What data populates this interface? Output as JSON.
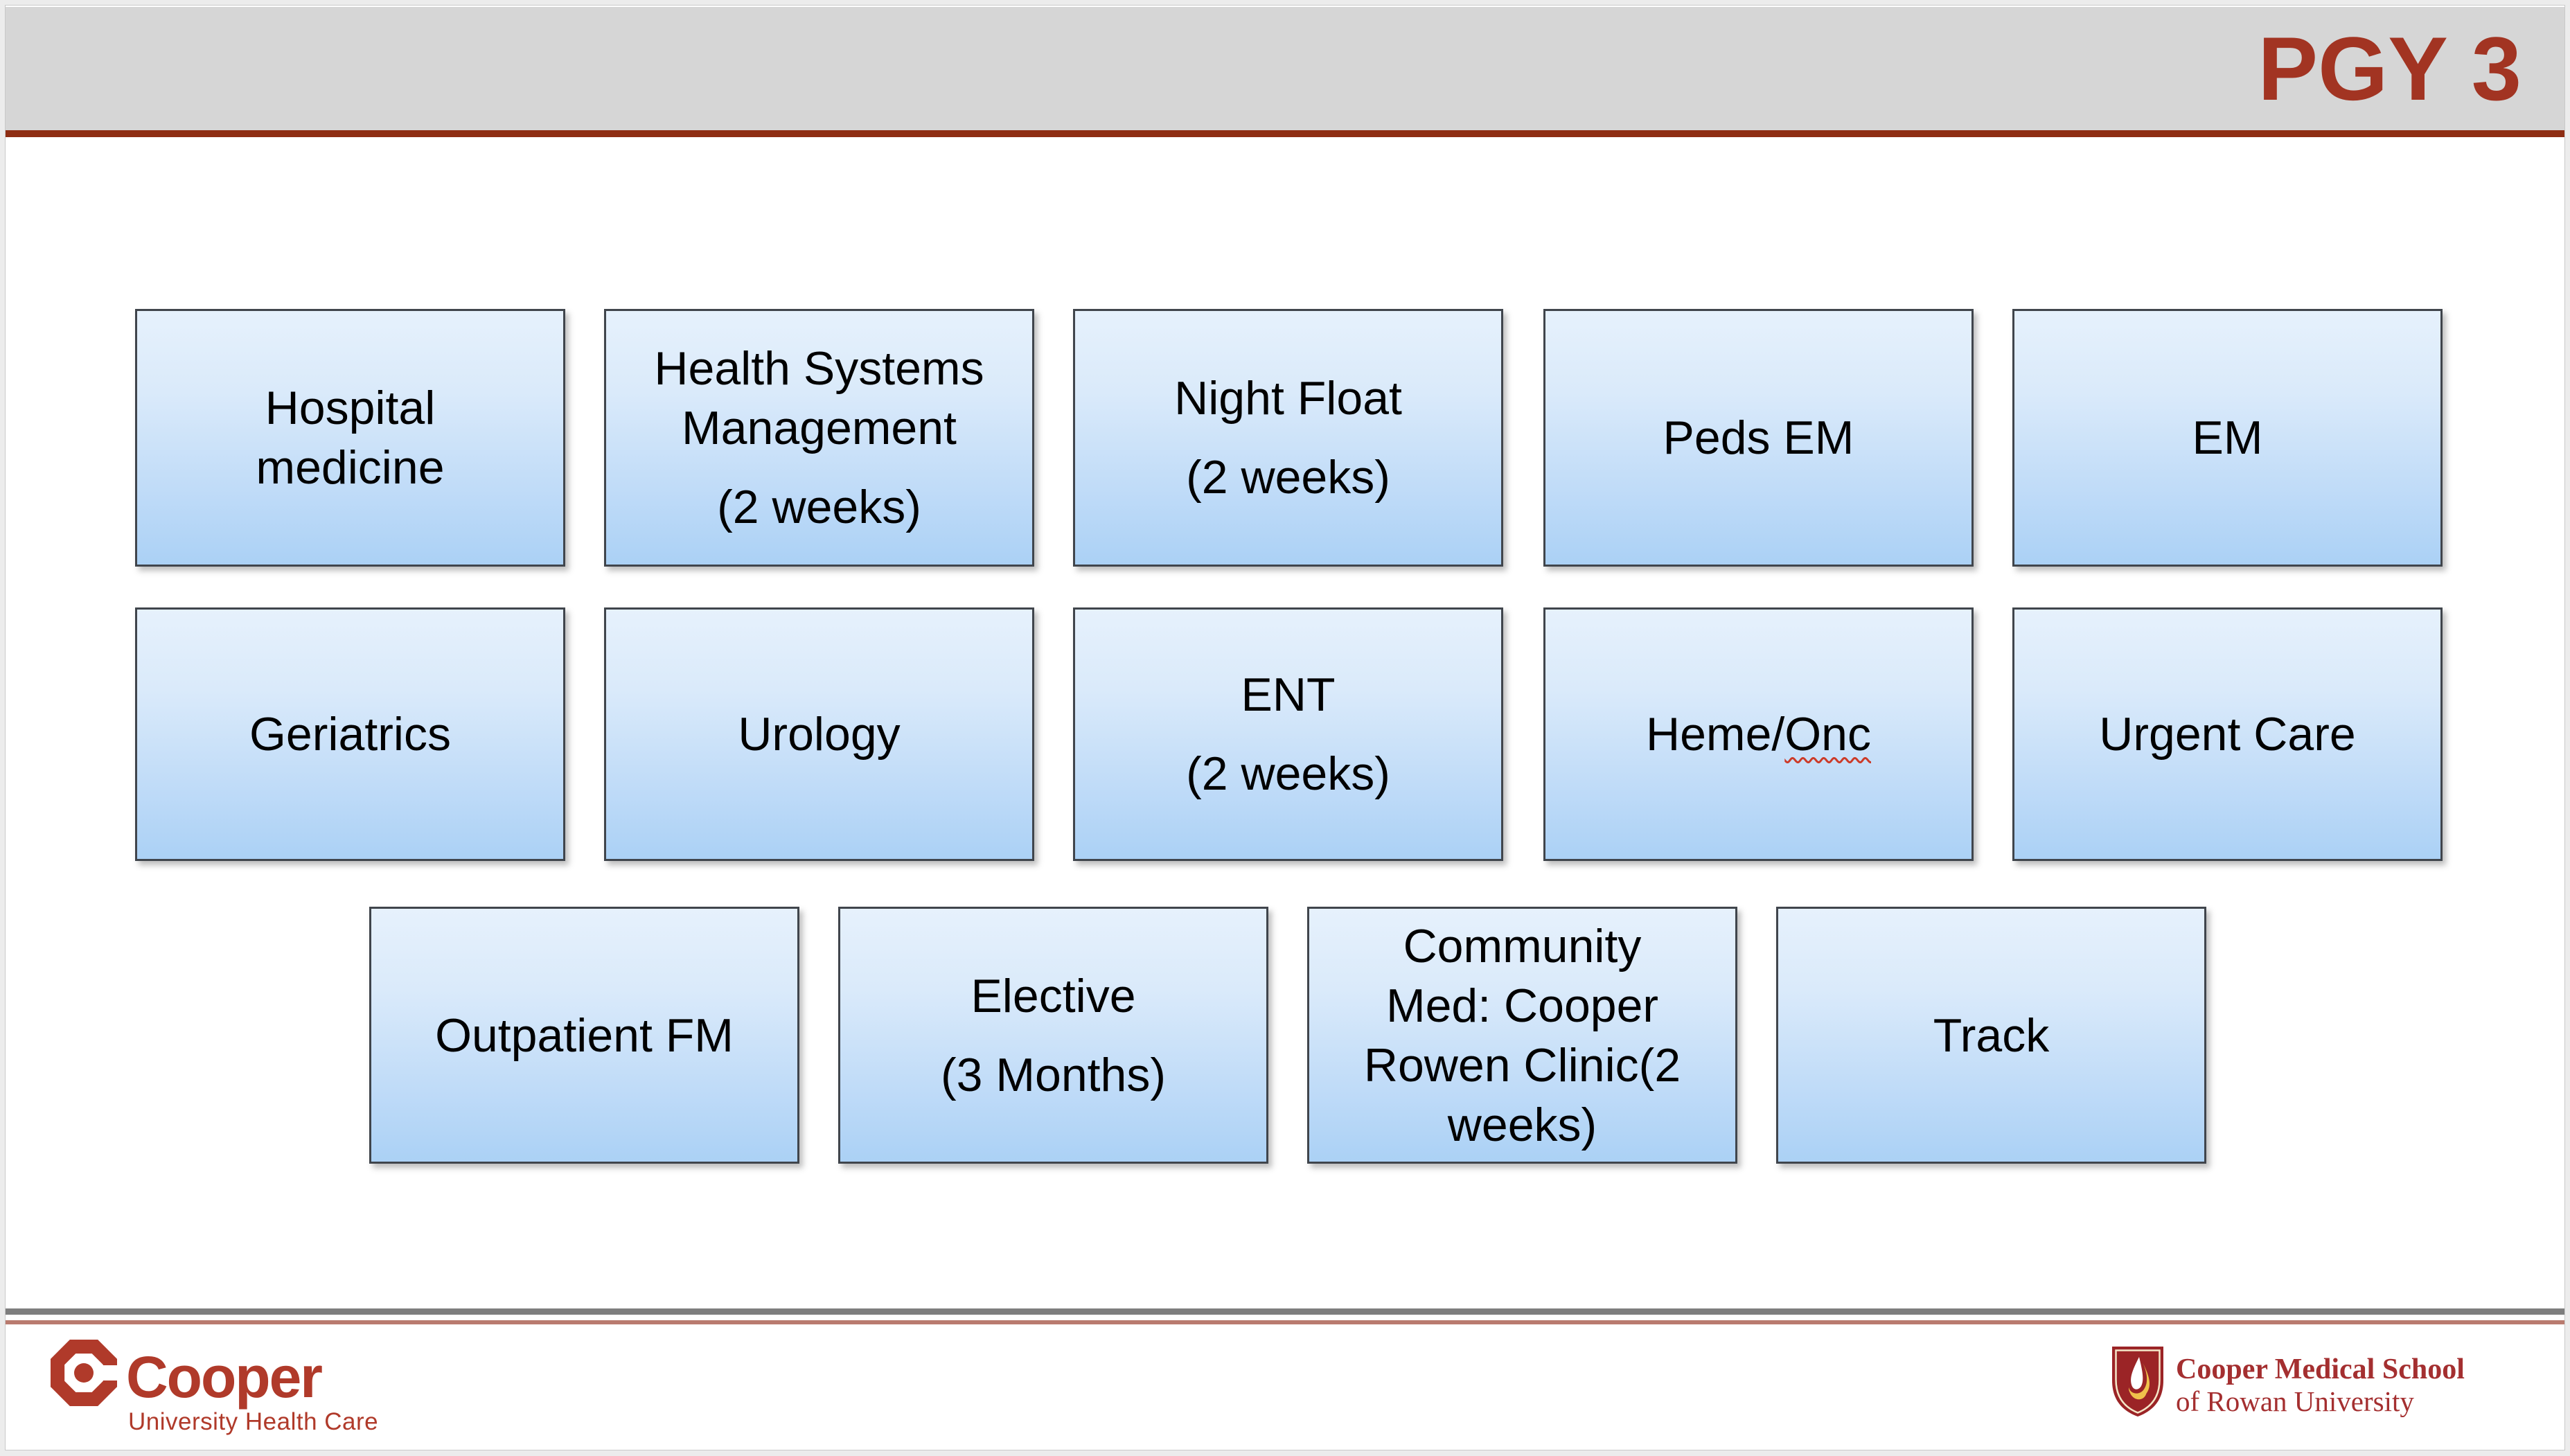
{
  "slide_title": "PGY 3",
  "theme": {
    "title_color": "#A23422",
    "header_band": "#D6D6D6",
    "header_rule": "#8E2D13",
    "box_fill_top": "#E6F1FC",
    "box_fill_bottom": "#ABD1F5",
    "box_border": "#40454C",
    "box_text": "#000000",
    "footer_rule_gray": "#7E7E7E",
    "footer_rule_red": "#A85A4B",
    "cooper_red": "#B03A2A",
    "cmsru_red": "#A42F30",
    "shield_red": "#9B2426",
    "flame_gold": "#F0C24B",
    "spellcheck_red": "#CC3A28"
  },
  "rows": [
    {
      "boxes": [
        {
          "label": "Hospital medicine"
        },
        {
          "label": "Health Systems Management",
          "duration": "(2 weeks)"
        },
        {
          "label": "Night Float",
          "duration": "(2 weeks)"
        },
        {
          "label": "Peds EM"
        },
        {
          "label": "EM"
        }
      ]
    },
    {
      "boxes": [
        {
          "label": "Geriatrics"
        },
        {
          "label": "Urology"
        },
        {
          "label": "ENT",
          "duration": "(2 weeks)"
        },
        {
          "label_part1": "Heme/",
          "label_part2": "Onc"
        },
        {
          "label": "Urgent Care"
        }
      ]
    },
    {
      "boxes": [
        {
          "label": "Outpatient FM"
        },
        {
          "label": "Elective",
          "duration": "(3 Months)"
        },
        {
          "label": "Community Med: Cooper Rowen Clinic(2 weeks)"
        },
        {
          "label": "Track"
        }
      ]
    }
  ],
  "footer": {
    "left_logo": {
      "name": "Cooper",
      "tagline": "University Health Care"
    },
    "right_logo": {
      "line1": "Cooper Medical School",
      "line2": "of Rowan University"
    }
  }
}
